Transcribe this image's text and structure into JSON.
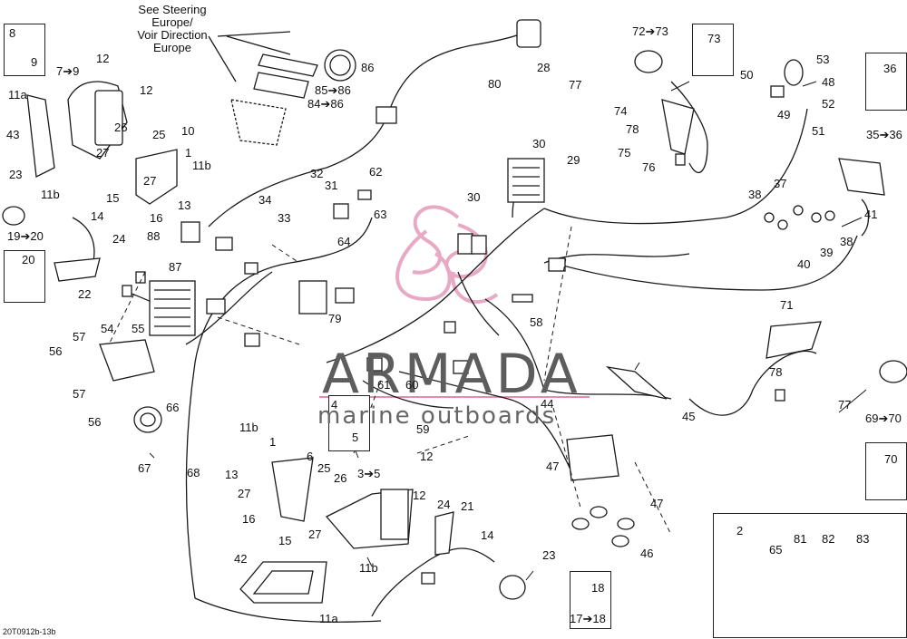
{
  "note": {
    "line1": "See Steering",
    "line2": "Europe/",
    "line3": "Voir Direction",
    "line4": "Europe"
  },
  "watermark": {
    "title": "ARMADA",
    "subtitle": "marine outboards",
    "logo_color": "#e8a9c4",
    "line_color": "#e58bb2"
  },
  "drawing_code": "20T0912b-13b",
  "labels": [
    "8",
    "9",
    "7➔9",
    "12",
    "11a",
    "12",
    "43",
    "26",
    "10",
    "25",
    "1",
    "11b",
    "23",
    "27",
    "11b",
    "15",
    "16",
    "27",
    "13",
    "14",
    "24",
    "19➔20",
    "20",
    "22",
    "88",
    "87",
    "32",
    "31",
    "34",
    "33",
    "62",
    "63",
    "64",
    "79",
    "86",
    "85➔86",
    "84➔86",
    "80",
    "28",
    "72➔73",
    "73",
    "77",
    "74",
    "78",
    "75",
    "76",
    "30",
    "29",
    "30",
    "53",
    "50",
    "48",
    "49",
    "52",
    "51",
    "36",
    "35➔36",
    "38",
    "37",
    "41",
    "38",
    "40",
    "39",
    "58",
    "71",
    "78",
    "77",
    "69➔70",
    "70",
    "54",
    "55",
    "57",
    "56",
    "57",
    "56",
    "66",
    "67",
    "68",
    "61",
    "60",
    "4",
    "5",
    "59",
    "3➔5",
    "11b",
    "1",
    "13",
    "6",
    "25",
    "27",
    "26",
    "16",
    "15",
    "27",
    "12",
    "12",
    "24",
    "21",
    "14",
    "23",
    "42",
    "11b",
    "11a",
    "44",
    "45",
    "47",
    "47",
    "46",
    "18",
    "17➔18",
    "2",
    "65",
    "81",
    "82",
    "83"
  ]
}
